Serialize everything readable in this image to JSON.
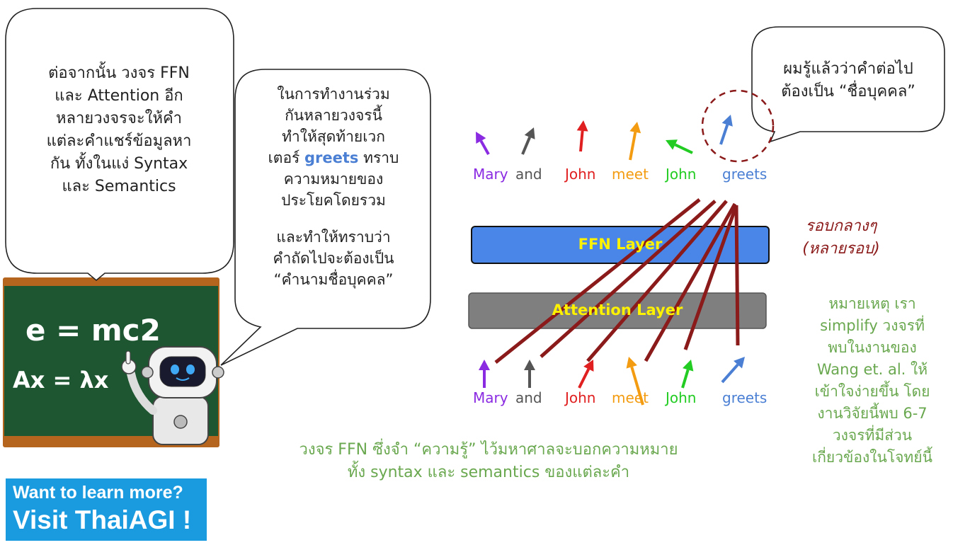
{
  "bubble_left": {
    "lines": [
      "ต่อจากนั้น วงจร FFN",
      "และ Attention อีก",
      "หลายวงจรจะให้คำ",
      "แต่ละคำแชร์ข้อมูลหา",
      "กัน ทั้งในแง่ Syntax",
      "และ Semantics"
    ]
  },
  "bubble_middle": {
    "lines_a": [
      "ในการทำงานร่วม",
      "กันหลายวงจรนี้",
      "ทำให้สุดท้ายเวก"
    ],
    "line_mix_prefix": "เตอร์ ",
    "line_mix_highlight": "greets",
    "line_mix_suffix": " ทราบ",
    "lines_b": [
      "ความหมายของ",
      "ประโยคโดยรวม"
    ],
    "lines_c": [
      "และทำให้ทราบว่า",
      "คำถัดไปจะต้องเป็น",
      "“คำนามชื่อบุคคล”"
    ]
  },
  "bubble_right": {
    "lines": [
      "ผมรู้แล้วว่าคำต่อไป",
      "ต้องเป็น “ชื่อบุคคล”"
    ]
  },
  "board": {
    "eq1": "e = mc2",
    "eq2": "Ax = λx"
  },
  "layers": {
    "ffn": "FFN Layer",
    "attention": "Attention Layer"
  },
  "tokens_top": [
    {
      "text": "Mary",
      "color": "#8A2BE2"
    },
    {
      "text": "and",
      "color": "#555555"
    },
    {
      "text": "John",
      "color": "#E02020"
    },
    {
      "text": "meet",
      "color": "#F39C12"
    },
    {
      "text": "John",
      "color": "#22CC22"
    },
    {
      "text": "greets",
      "color": "#4A7FD4"
    }
  ],
  "tokens_bottom": [
    {
      "text": "Mary",
      "color": "#8A2BE2"
    },
    {
      "text": "and",
      "color": "#555555"
    },
    {
      "text": "John",
      "color": "#E02020"
    },
    {
      "text": "meet",
      "color": "#F39C12"
    },
    {
      "text": "John",
      "color": "#22CC22"
    },
    {
      "text": "greets",
      "color": "#4A7FD4"
    }
  ],
  "middle_rounds": {
    "line1": "รอบกลางๆ",
    "line2": "(หลายรอบ)"
  },
  "note_right": {
    "lines": [
      "หมายเหตุ เรา",
      "simplify วงจรที่",
      "พบในงานของ",
      "Wang et. al. ให้",
      "เข้าใจง่ายขึ้น โดย",
      "งานวิจัยนี้พบ 6-7",
      "วงจรที่มีส่วน",
      "เกี่ยวข้องในโจทย์นี้"
    ]
  },
  "note_bottom": {
    "lines": [
      "วงจร FFN ซึ่งจำ “ความรู้” ไว้มหาศาลจะบอกความหมาย",
      "ทั้ง syntax และ semantics ของแต่ละคำ"
    ]
  },
  "cta": {
    "line1": "Want to learn more?",
    "line2": "Visit ThaiAGI !"
  },
  "colors": {
    "connection": "#8B1A1A",
    "ffn_fill": "#4A86E8",
    "attention_fill": "#7F7F7F",
    "attention_text": "#FFF200",
    "board": "#1E5631",
    "board_frame": "#B5651D",
    "note_green": "#6AA84F",
    "cta_bg": "#1A9BE0"
  }
}
